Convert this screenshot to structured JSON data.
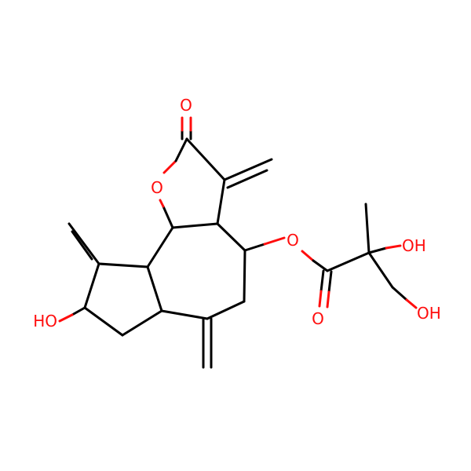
{
  "colors": {
    "carbon": "#000000",
    "oxygen": "#ff0d0d",
    "background": "#ffffff"
  },
  "labels": {
    "lactone_carbonyl_o": "O",
    "ring_o": "O",
    "ester_o": "O",
    "ester_carbonyl_o": "O",
    "tertiary_oh": "OH",
    "primary_oh": "OH",
    "ring_oh": "HO"
  }
}
